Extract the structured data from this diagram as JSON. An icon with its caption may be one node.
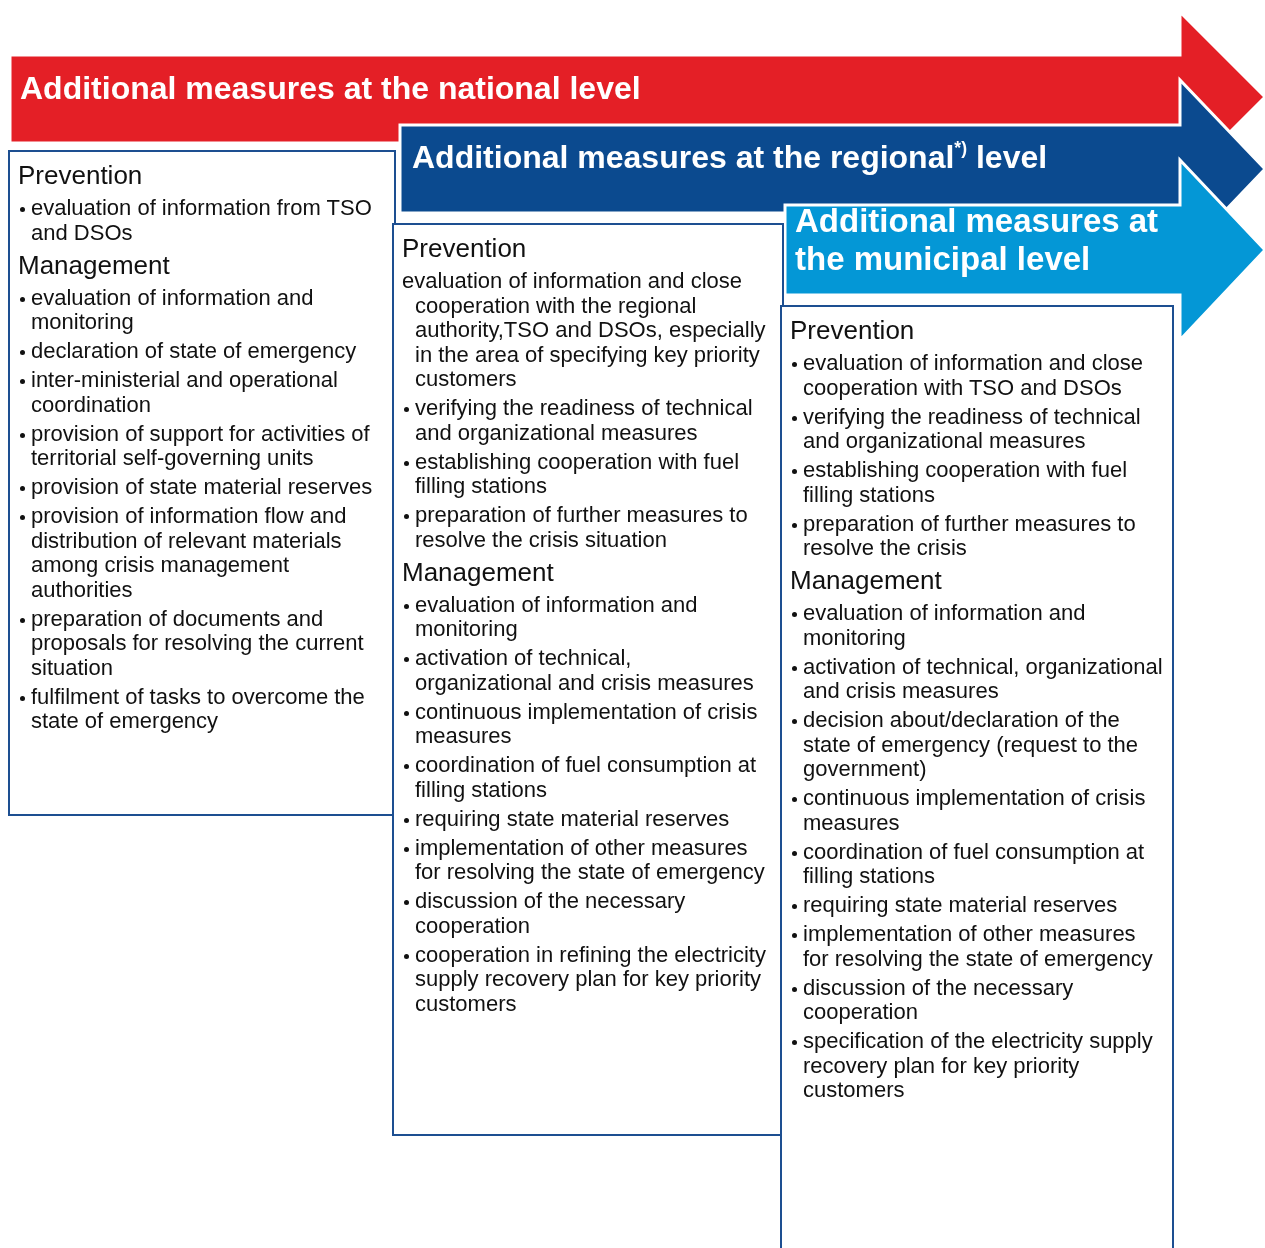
{
  "diagram": {
    "nodes": [
      {
        "text": [
          "Additional measures at the national level"
        ]
      },
      {
        "text": [
          "Prevention",
          "evaluation of information from TSO and DSOs",
          "Management",
          "evaluation of information and monitoring",
          "declaration of state of emergency",
          "inter-ministerial and operational coordination",
          "provision of support for activities of territorial self-governing units",
          "provision of state material reserves",
          "provision of information flow and distribution of relevant materials among crisis management authorities",
          "preparation of documents and proposals for resolving the current situation",
          "fulfilment of tasks to overcome the state of emergency"
        ]
      },
      {
        "text": [
          "Additional measures at the regional$^{*)}$ level"
        ]
      },
      {
        "text": [
          "Prevention",
          "evaluation of information and close cooperation with the regional authority,TSO and DSOs, especially in the area of specifying key priority customers",
          "verifying the readiness of technical and organizational measures",
          "establishing cooperation with fuel filling stations",
          "preparation of further measures to resolve the crisis situation",
          "Management",
          "evaluation of information and monitoring",
          "activation of technical, organizational and crisis measures",
          "continuous implementation of crisis measures",
          "coordination of fuel consumption at filling stations",
          "requiring state material reserves",
          "implementation of other measures for resolving the state of emergency",
          "discussion of the necessary cooperation",
          "cooperation in refining the electricity supply recovery plan for key priority customers"
        ]
      },
      {
        "text": [
          "Additional measures at the municipal level"
        ]
      },
      {
        "text": [
          "Prevention",
          "evaluation of information and close cooperation with TSO and DSOs",
          "verifying the readiness of technical and organizational measures",
          "establishing cooperation with fuel filling stations",
          "preparation of further measures to resolve the crisis",
          "Management",
          "evaluation of information and monitoring",
          "activation of technical, organizational and crisis measures",
          "decision about/declaration of the state of emergency (request to the government)",
          "continuous implementation of crisis measures",
          "coordination of fuel consumption at filling stations",
          "requiring state material reserves",
          "implementation of other measures for resolving the state of emergency",
          "discussion of the necessary cooperation",
          "specification of the electricity supply recovery plan for key priority customers"
        ]
      }
    ]
  }
}
